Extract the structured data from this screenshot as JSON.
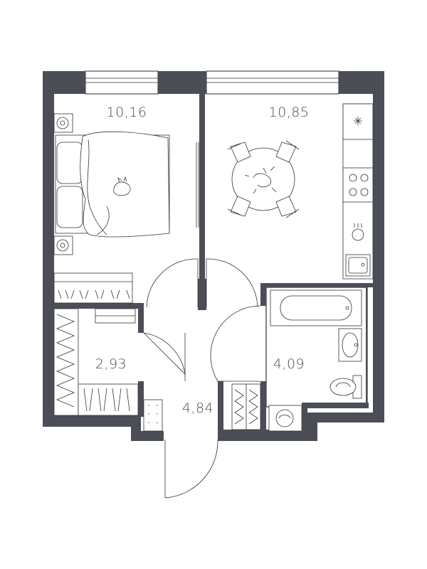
{
  "rooms": {
    "bedroom": {
      "area": "10,16"
    },
    "kitchen": {
      "area": "10,85"
    },
    "wardrobe": {
      "area": "2,93"
    },
    "bathroom": {
      "area": "4,09"
    },
    "hall": {
      "area": "4,84"
    }
  },
  "colors": {
    "wall": "#4b4d57",
    "line": "#333333",
    "background": "#ffffff"
  },
  "icons": [
    "bed-icon",
    "nightstand-icon",
    "dining-table-icon",
    "chair-icon",
    "stove-icon",
    "sink-icon",
    "fridge-icon",
    "bathtub-icon",
    "washbasin-icon",
    "toilet-icon",
    "washing-machine-icon",
    "wardrobe-icon",
    "shoe-rack-icon",
    "cat-icon"
  ]
}
